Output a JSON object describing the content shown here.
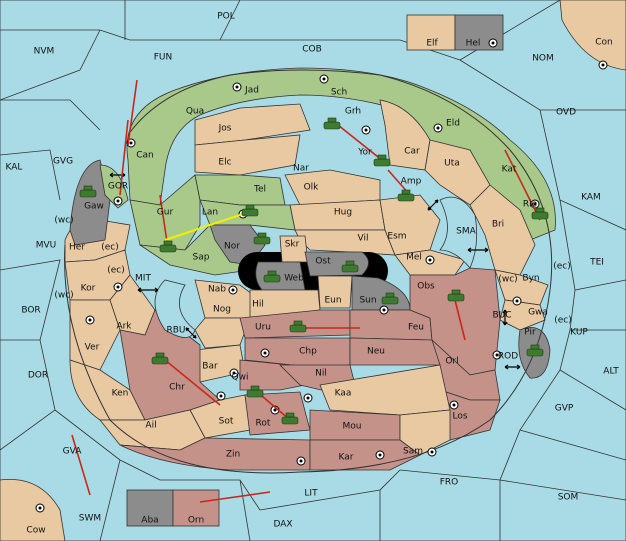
{
  "title": "",
  "colors": {
    "sea": "#a8dbe5",
    "neutral": "#e8c9a1",
    "green_power": "#a8c98a",
    "red_power": "#c5928a",
    "grey_power": "#8c8c8c",
    "move_arrow": "#c8281c",
    "support_arrow": "#f0f000"
  },
  "labels": {
    "POL": "POL",
    "NVM": "NVM",
    "FUN": "FUN",
    "COB": "COB",
    "NOM": "NOM",
    "Con": "Con",
    "Elf": "Elf",
    "Hel": "Hel",
    "OVD": "OVD",
    "KAL": "KAL",
    "GVG": "GVG",
    "KAM": "KAM",
    "TEI": "TEI",
    "MVU": "MVU",
    "BOR": "BOR",
    "DOR": "DOR",
    "MIT": "MIT",
    "RBU": "RBU",
    "SMA": "SMA",
    "BUC": "BUC",
    "ROD": "ROD",
    "KUP": "KUP",
    "ALT": "ALT",
    "GVP": "GVP",
    "GVA": "GVA",
    "SWM": "SWM",
    "LIT": "LIT",
    "FRO": "FRO",
    "SOM": "SOM",
    "DAX": "DAX",
    "Cow": "Cow",
    "Aba": "Aba",
    "Orn": "Orn",
    "Jad": "Jad",
    "Sch": "Sch",
    "Qua": "Qua",
    "Jos": "Jos",
    "Grh": "Grh",
    "Eld": "Eld",
    "Car": "Car",
    "Can": "Can",
    "Elc": "Elc",
    "Nar": "Nar",
    "Uta": "Uta",
    "Yor": "Yor",
    "Kat": "Kat",
    "Tel": "Tel",
    "Olk": "Olk",
    "Amp": "Amp",
    "GOR": "GOR",
    "Gaw": "Gaw",
    "Gur": "Gur",
    "Lan": "Lan",
    "Hug": "Hug",
    "Rie": "Rie",
    "Bri": "Bri",
    "wc1": "(wc)",
    "Her": "Her",
    "ec1": "(ec)",
    "Nor": "Nor",
    "Skr": "Skr",
    "Vil": "Vil",
    "Esm": "Esm",
    "Sap": "Sap",
    "Ost": "Ost",
    "Mel": "Mel",
    "Byn": "Byn",
    "ec2": "(ec)",
    "wc2": "(wc)",
    "ec3": "(ec)",
    "Kor": "Kor",
    "wc3": "(wc)",
    "Web": "Web",
    "Nab": "Nab",
    "Obs": "Obs",
    "Eun": "Eun",
    "Gwa": "Gwa",
    "ec4": "(ec)",
    "Hil": "Hil",
    "Sun": "Sun",
    "Ark": "Ark",
    "Nog": "Nog",
    "Uru": "Uru",
    "Feu": "Feu",
    "Pir": "Pir",
    "Ver": "Ver",
    "Chp": "Chp",
    "Neu": "Neu",
    "Bar": "Bar",
    "Orl": "Orl",
    "Qwi": "Qwi",
    "Nil": "Nil",
    "Chr": "Chr",
    "Ken": "Ken",
    "Kaa": "Kaa",
    "Sot": "Sot",
    "Los": "Los",
    "Rot": "Rot",
    "Ail": "Ail",
    "Mou": "Mou",
    "Zin": "Zin",
    "Sam": "Sam",
    "Kar": "Kar"
  }
}
